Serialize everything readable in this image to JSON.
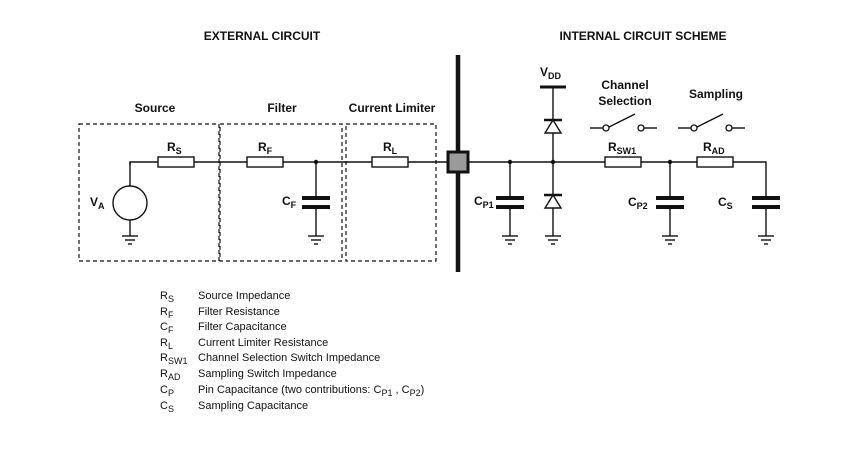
{
  "headings": {
    "external": "EXTERNAL CIRCUIT",
    "internal": "INTERNAL CIRCUIT SCHEME"
  },
  "sections": {
    "source": "Source",
    "filter": "Filter",
    "current_limiter": "Current Limiter",
    "channel_selection_line1": "Channel",
    "channel_selection_line2": "Selection",
    "sampling": "Sampling"
  },
  "components": {
    "rs": {
      "main": "R",
      "sub": "S"
    },
    "rf": {
      "main": "R",
      "sub": "F"
    },
    "rl": {
      "main": "R",
      "sub": "L"
    },
    "va": {
      "main": "V",
      "sub": "A"
    },
    "cf": {
      "main": "C",
      "sub": "F"
    },
    "cp1": {
      "main": "C",
      "sub": "P1"
    },
    "vdd": {
      "main": "V",
      "sub": "DD"
    },
    "rsw1": {
      "main": "R",
      "sub": "SW1"
    },
    "cp2": {
      "main": "C",
      "sub": "P2"
    },
    "rad": {
      "main": "R",
      "sub": "AD"
    },
    "cs": {
      "main": "C",
      "sub": "S"
    }
  },
  "legend": [
    {
      "main": "R",
      "sub": "S",
      "desc": "Source Impedance"
    },
    {
      "main": "R",
      "sub": "F",
      "desc": "Filter Resistance"
    },
    {
      "main": "C",
      "sub": "F",
      "desc": "Filter Capacitance"
    },
    {
      "main": "R",
      "sub": "L",
      "desc": "Current Limiter Resistance"
    },
    {
      "main": "R",
      "sub": "SW1",
      "desc": "Channel Selection Switch Impedance"
    },
    {
      "main": "R",
      "sub": "AD",
      "desc": "Sampling Switch Impedance"
    },
    {
      "main": "C",
      "sub": "P",
      "desc": "Pin Capacitance (two contributions: C",
      "desc_sub1": "P1",
      "desc_mid": " , C",
      "desc_sub2": "P2",
      "desc_end": ")"
    },
    {
      "main": "C",
      "sub": "S",
      "desc": "Sampling Capacitance"
    }
  ]
}
